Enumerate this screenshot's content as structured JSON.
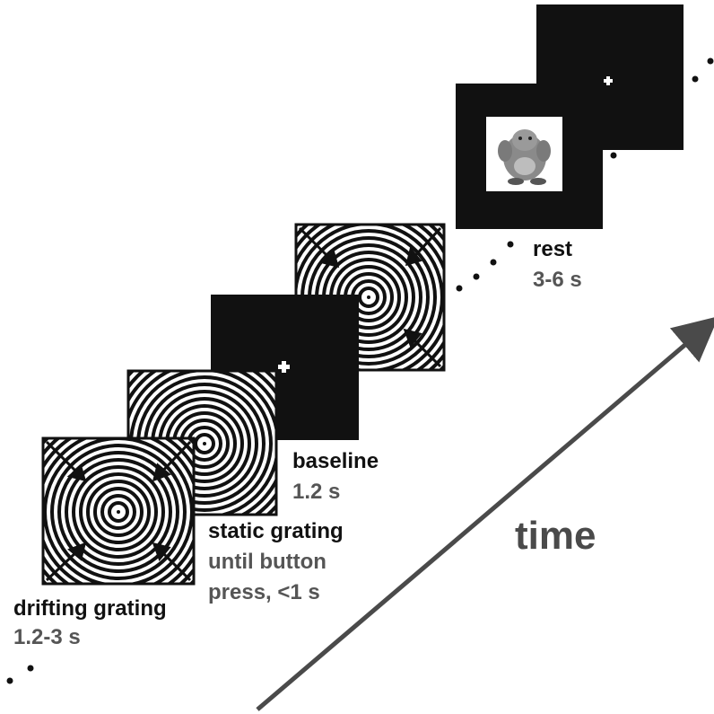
{
  "diagram": {
    "stages": [
      {
        "id": "drifting",
        "title": "drifting grating",
        "duration": "1.2-3 s"
      },
      {
        "id": "static",
        "title": "static grating",
        "duration_lines": [
          "until button",
          "press, <1 s"
        ]
      },
      {
        "id": "baseline",
        "title": "baseline",
        "duration": "1.2 s"
      },
      {
        "id": "drifting2"
      },
      {
        "id": "stimulus"
      },
      {
        "id": "rest",
        "title": "rest",
        "duration": "3-6 s"
      }
    ],
    "axis_label": "time",
    "colors": {
      "frame": "#111111",
      "text_title": "#111111",
      "text_sub": "#555555",
      "arrow": "#4a4a4a"
    }
  }
}
